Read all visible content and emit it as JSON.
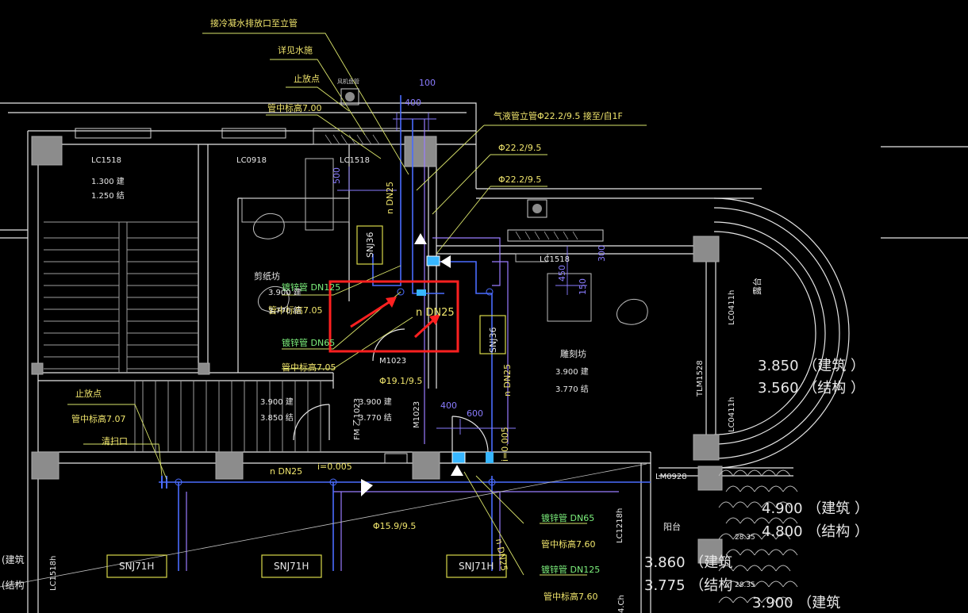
{
  "colors": {
    "background": "#000000",
    "wall": "#e6e6e6",
    "pipe": "#4a6cff",
    "pipe_secondary": "#9a7cff",
    "label_yellow": "#f0e56c",
    "label_green": "#7cf07c",
    "label_white": "#e8e8e8",
    "dimension": "#8a7cff",
    "highlight_box": "#ff2020",
    "arrow_red": "#ff2020"
  },
  "annotations": {
    "top_leader": "接冷凝水排放口至立管",
    "clean_pool": "详见水施",
    "stop_point": "止放点",
    "pipe_center_7": "管中标高7.00",
    "gas_riser": "气液管立管Φ22.2/9.5  接至/自1F",
    "phi_22_a": "Φ22.2/9.5",
    "phi_22_b": "Φ22.2/9.5",
    "phi_19": "Φ19.1/9.5",
    "phi_15": "Φ15.9/9.5",
    "steel_125_a": "镀锌管 DN125",
    "center_705_a": "管中标高7.05",
    "steel_65_a": "镀锌管 DN65",
    "center_705_b": "管中标高7.05",
    "steel_65_b": "镀锌管 DN65",
    "center_760_a": "管中标高7.60",
    "steel_125_b": "镀锌管 DN125",
    "center_760_b": "管中标高7.60",
    "stop_point_left": "止放点",
    "center_707": "管中标高7.07",
    "cleanout": "清扫口",
    "slope_top": "i=0.005",
    "slope_right": "i=0.005",
    "dn25_vert_a": "n  DN25",
    "dn25_box": "n  DN25",
    "dn25_horiz": "n  DN25",
    "dn25_vert_b": "n  DN25",
    "dn25_vert_c": "n  DN25",
    "small_label": "风机盘管"
  },
  "rooms": {
    "lc1518_top": "LC1518",
    "lc0918": "LC0918",
    "lc1518_mid": "LC1518",
    "lc1518_right": "LC1518",
    "m1023_a": "M1023",
    "m1023_b": "M1023",
    "fm": "FM 乙1023",
    "tlm": "TLM1528",
    "lc0411_a": "LC0411h",
    "lc0411_b": "LC0411h",
    "lm0928": "LM0928",
    "lc1218": "LC1218h",
    "lc1518_left": "LC1518h",
    "ch": "4.Ch",
    "ex_room": "剪纸坊",
    "sculpture_room": "雕刻坊",
    "terrace": "露台",
    "balcony": "阳台",
    "elev_1300": "1.300  建",
    "elev_1250": "1.250  结",
    "elev_3900_a": "3.900  建",
    "elev_3770_a": "3.770  结",
    "elev_3900_b": "3.900  建",
    "elev_3850_b": "3.850  结",
    "elev_3900_c": "3.900  建",
    "elev_3770_c": "3.770  结",
    "elev_3900_d": "3.900  建",
    "elev_3770_d": "3.770  结",
    "elev_3850_big": "3.850 （建筑 ）",
    "elev_3560_big": "3.560 （结构 ）",
    "elev_4900": "4.900 （建筑 ）",
    "elev_4800": "4.800 （结构 ）",
    "elev_3860": "3.860 （建筑",
    "elev_3775": "3.775 （结构",
    "elev_3900_bottom": "3.900 （建筑",
    "elev_2835_a": "28.35",
    "elev_2835_b": "28.35",
    "left_build": "(建筑",
    "left_struct": "(结构"
  },
  "units": {
    "snj36_a": "SNJ36",
    "snj36_b": "SNJ36",
    "snj71_a": "SNJ71H",
    "snj71_b": "SNJ71H",
    "snj71_c": "SNJ71H"
  },
  "dimensions": {
    "d100": "100",
    "d400_top": "400",
    "d500": "500",
    "d300": "300",
    "d450": "450",
    "d150": "150",
    "d400_mid": "400",
    "d600": "600"
  }
}
